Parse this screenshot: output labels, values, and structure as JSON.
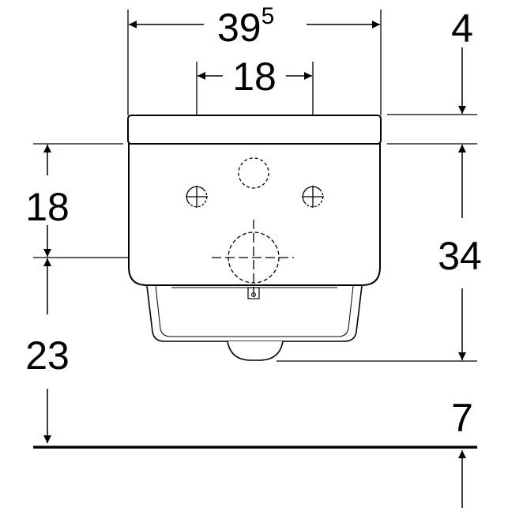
{
  "dimensions": {
    "top_width": "39",
    "top_width_sup": "5",
    "hole_spacing": "18",
    "seat_thickness": "4",
    "hole_height": "18",
    "body_height": "34",
    "floor_clearance": "23",
    "floor_offset": "7"
  },
  "colors": {
    "line": "#000000",
    "background": "#ffffff"
  }
}
